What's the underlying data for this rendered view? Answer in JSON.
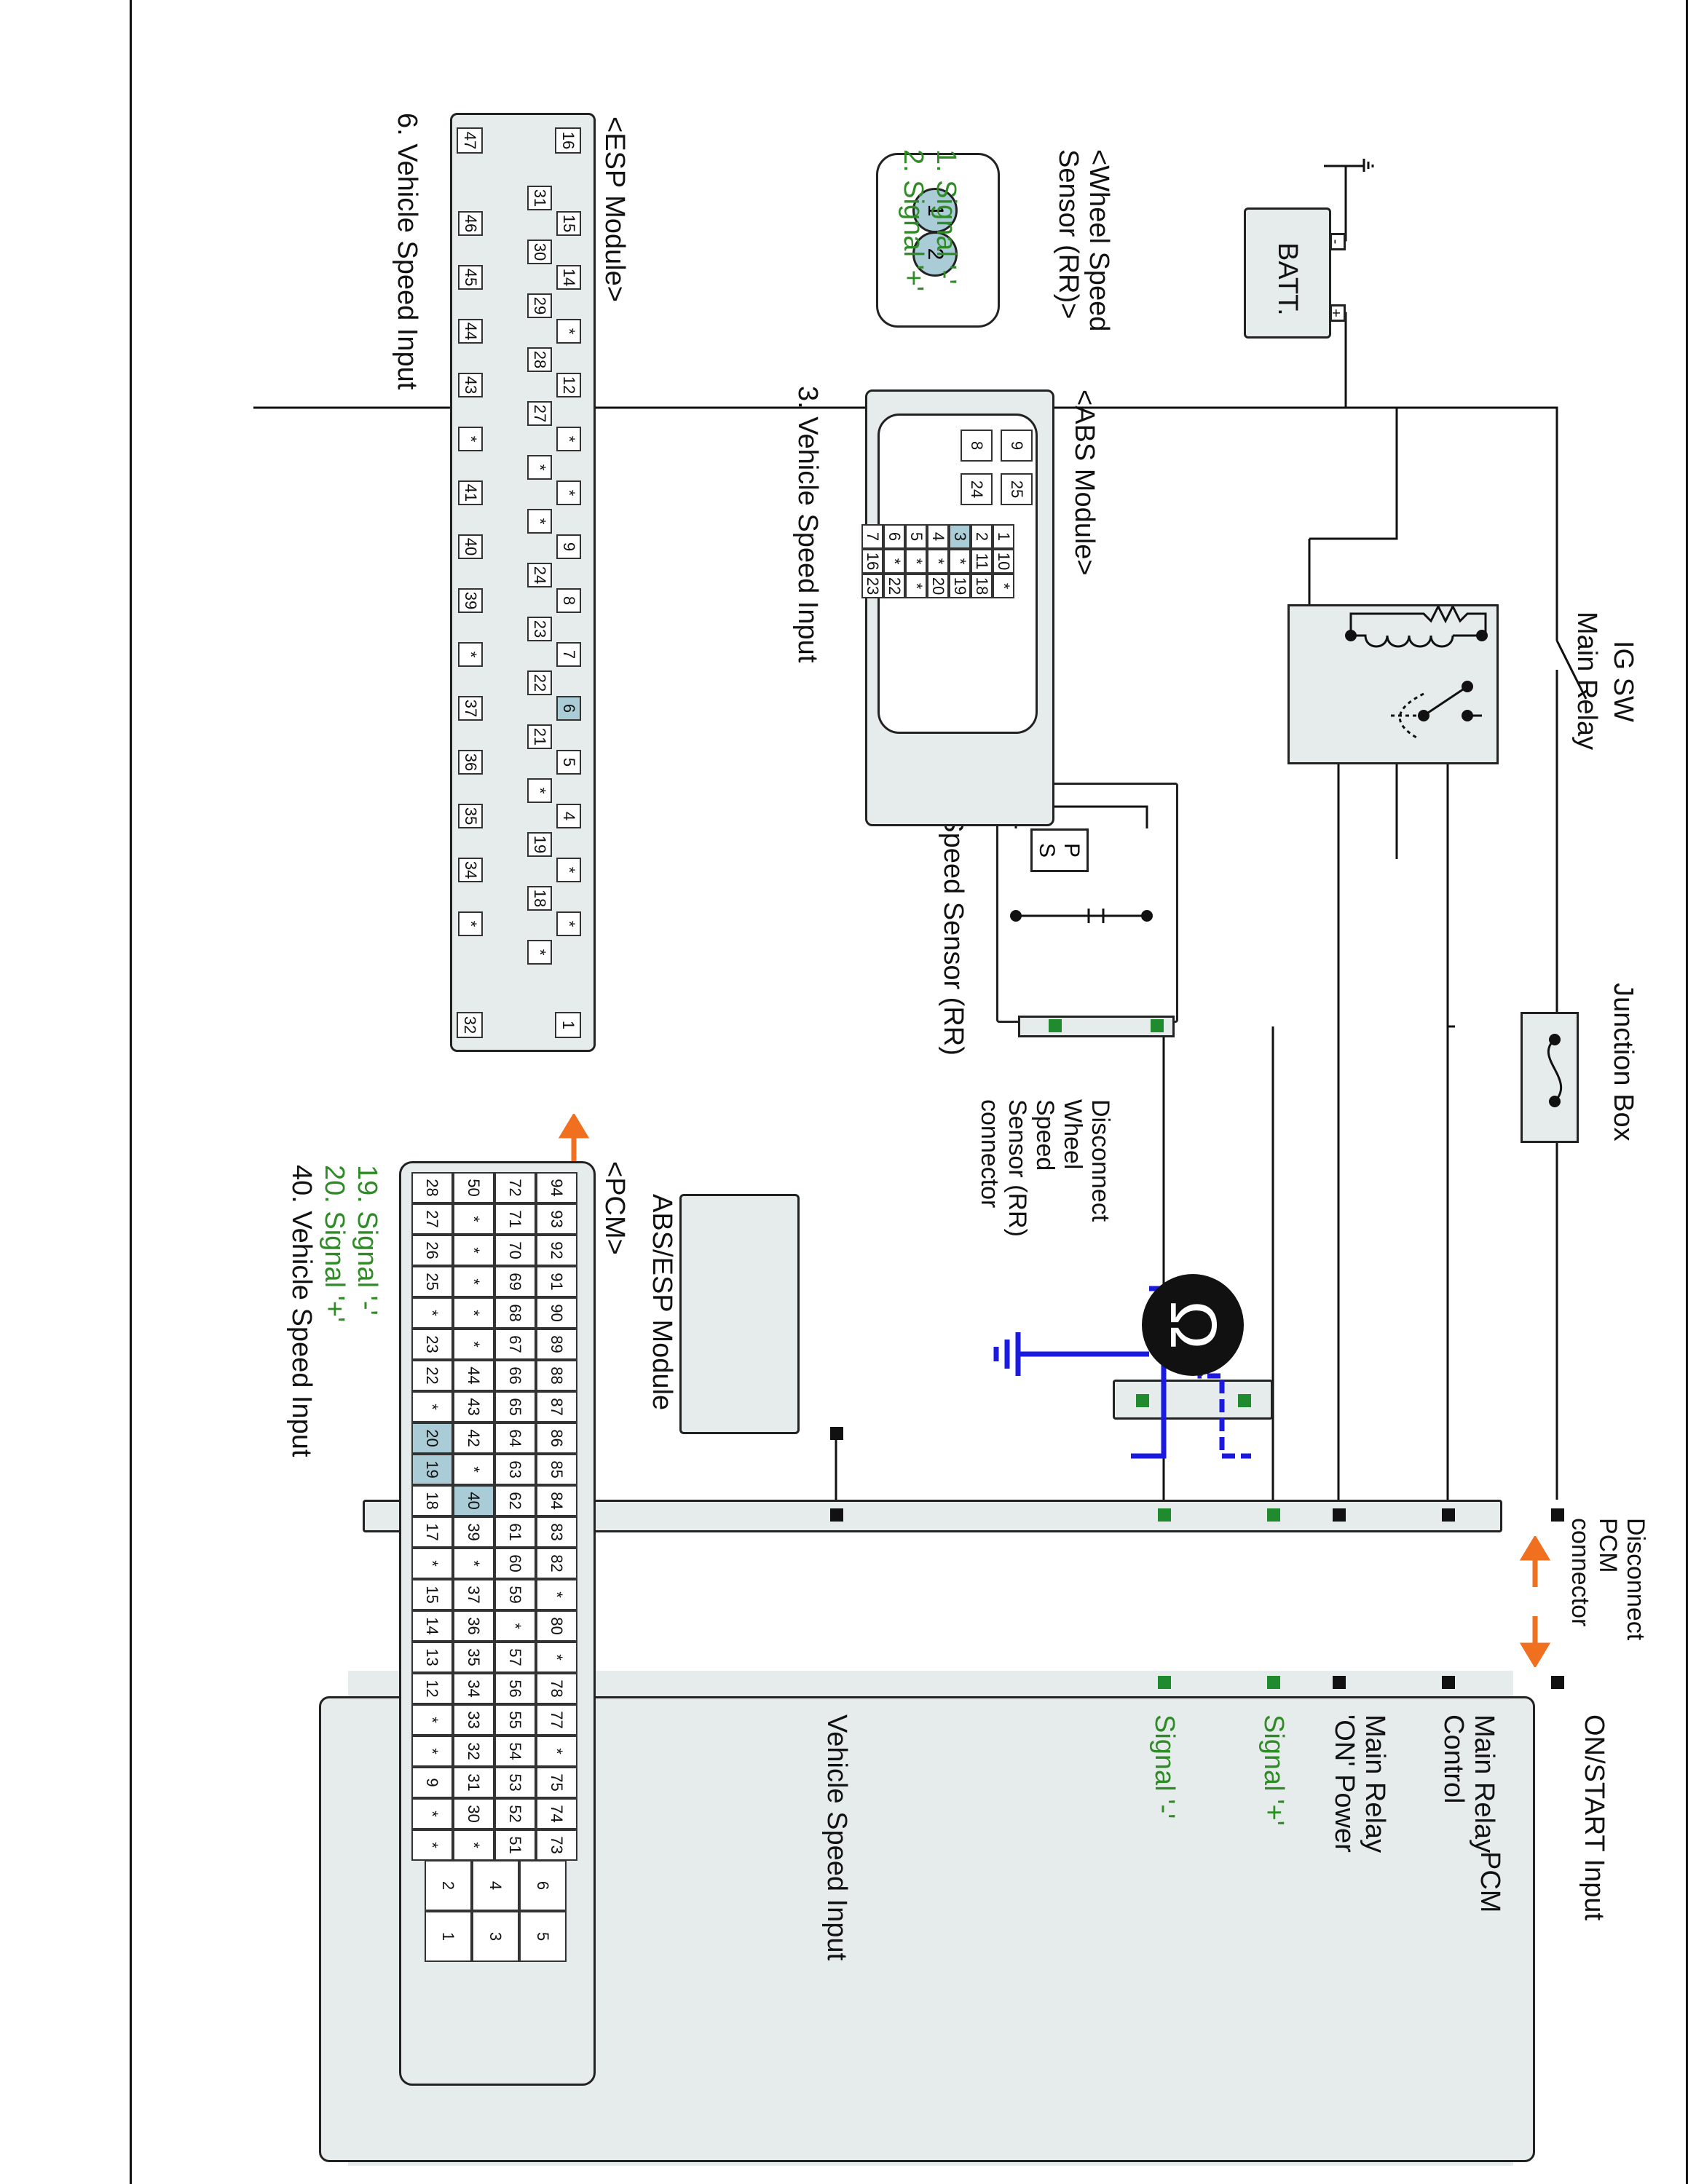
{
  "components": {
    "batt": "BATT.",
    "ig_sw": "IG SW",
    "main_relay": "Main Relay",
    "junction_box": "Junction Box",
    "wheel_speed_sensor": "Wheel Speed Sensor (RR)",
    "sensor_letters": [
      "P",
      "S"
    ],
    "abs_esp_module": "ABS/ESP Module",
    "pcm": "PCM",
    "battery_terms": [
      "-",
      "+"
    ]
  },
  "actions": {
    "disconnect_sensor": [
      "Disconnect",
      "Wheel",
      "Speed",
      "Sensor (RR)",
      "connector"
    ],
    "disconnect_pcm": [
      "Disconnect",
      "PCM",
      "connector"
    ]
  },
  "meter_symbol": "Ω",
  "pcm_pins": [
    {
      "label": "ON/START Input",
      "green": false
    },
    {
      "label": "Main Relay\nControl",
      "green": false
    },
    {
      "label": "Main Relay\n'ON' Power",
      "green": false
    },
    {
      "label": "Signal '+'",
      "green": true
    },
    {
      "label": "Signal '-'",
      "green": true
    },
    {
      "label": "Vehicle Speed Input",
      "green": false
    }
  ],
  "wheel_sensor_connector": {
    "title": [
      "<Wheel Speed",
      "Sensor (RR)>"
    ],
    "pins": [
      "1",
      "2"
    ],
    "legend": [
      "1. Signal '-'",
      "2. Signal '+'"
    ]
  },
  "abs_module_connector": {
    "title": "<ABS Module>",
    "legend": "3. Vehicle Speed Input",
    "left_pins": [
      [
        "9",
        "8"
      ],
      [
        "25",
        "24"
      ]
    ],
    "row1": [
      "7",
      "6",
      "5",
      "4",
      "3",
      "2",
      "1"
    ],
    "row2": [
      "16",
      "*",
      "*",
      "*",
      "*",
      "11",
      "10"
    ],
    "row3": [
      "23",
      "22",
      "*",
      "20",
      "19",
      "18",
      "*"
    ],
    "highlight": "3"
  },
  "esp_module_connector": {
    "title": "<ESP Module>",
    "legend": "6. Vehicle Speed Input",
    "corner_pins": [
      "16",
      "47",
      "1",
      "32"
    ],
    "row1": [
      "15",
      "14",
      "*",
      "12",
      "*",
      "*",
      "9",
      "8",
      "7",
      "6",
      "5",
      "4",
      "*",
      "*"
    ],
    "row2": [
      "31",
      "30",
      "29",
      "28",
      "27",
      "*",
      "*",
      "24",
      "23",
      "22",
      "21",
      "*",
      "19",
      "18",
      "*"
    ],
    "row3": [
      "46",
      "45",
      "44",
      "43",
      "*",
      "41",
      "40",
      "39",
      "*",
      "37",
      "36",
      "35",
      "34",
      "*"
    ],
    "highlight": "6"
  },
  "pcm_connector": {
    "title": "<PCM>",
    "legend": [
      "19. Signal '-'",
      "20. Signal '+'",
      "40. Vehicle Speed Input"
    ],
    "row1": [
      "94",
      "93",
      "92",
      "91",
      "90",
      "89",
      "88",
      "87",
      "86",
      "85",
      "84",
      "83",
      "82",
      "*",
      "80",
      "*",
      "78",
      "77",
      "*",
      "75",
      "74",
      "73"
    ],
    "row2": [
      "72",
      "71",
      "70",
      "69",
      "68",
      "67",
      "66",
      "65",
      "64",
      "63",
      "62",
      "61",
      "60",
      "59",
      "*",
      "57",
      "56",
      "55",
      "54",
      "53",
      "52",
      "51"
    ],
    "row3": [
      "50",
      "*",
      "*",
      "*",
      "*",
      "*",
      "44",
      "43",
      "42",
      "*",
      "40",
      "39",
      "*",
      "37",
      "36",
      "35",
      "34",
      "33",
      "32",
      "31",
      "30",
      "*"
    ],
    "row4": [
      "28",
      "27",
      "26",
      "25",
      "*",
      "23",
      "22",
      "*",
      "20",
      "19",
      "18",
      "17",
      "*",
      "15",
      "14",
      "13",
      "12",
      "*",
      "*",
      "9",
      "*",
      "*"
    ],
    "side_pins": [
      [
        "6",
        "5"
      ],
      [
        "4",
        "3"
      ],
      [
        "2",
        "1"
      ]
    ],
    "highlight": [
      "20",
      "19",
      "40"
    ]
  },
  "colors": {
    "green": "#2e8b25",
    "orange": "#f07020",
    "blue": "#1a1ae0",
    "highlight": "#a9ccd6"
  }
}
